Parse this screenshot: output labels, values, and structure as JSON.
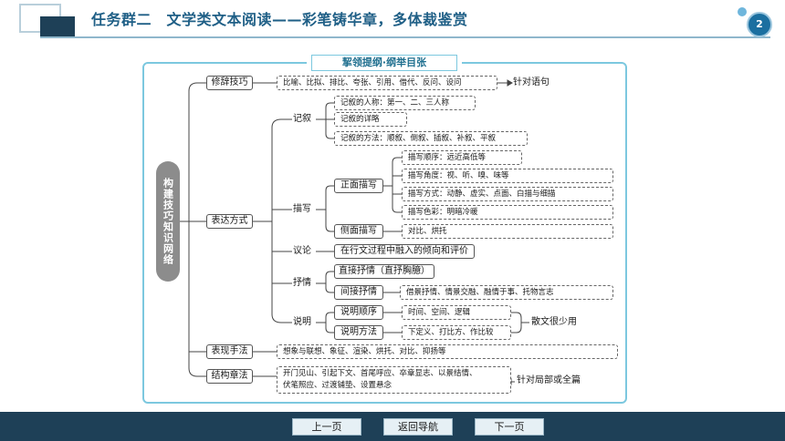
{
  "header": {
    "title": "任务群二　文学类文本阅读——彩笔铸华章，多体裁鉴赏",
    "page_number": "2"
  },
  "map": {
    "title": "挈领提纲·纲举目张",
    "root": "构建技巧知识网络",
    "rhetoric": {
      "label": "修辞技巧",
      "content": "比喻、比拟、排比、夸张、引用、借代、反问、设问",
      "note": "针对语句"
    },
    "expression": {
      "label": "表达方式",
      "narration": {
        "label": "记叙",
        "items": [
          "记叙的人称：第一、二、三人称",
          "记叙的详略",
          "记叙的方法：顺叙、倒叙、插叙、补叙、平叙"
        ]
      },
      "description": {
        "label": "描写",
        "front": {
          "label": "正面描写",
          "items": [
            "描写顺序：远近高低等",
            "描写角度：视、听、嗅、味等",
            "描写方式：动静、虚实、点面、白描与细描",
            "描写色彩：明暗冷暖"
          ]
        },
        "side": {
          "label": "侧面描写",
          "content": "对比、烘托"
        }
      },
      "discussion": {
        "label": "议论",
        "content": "在行文过程中融入的倾向和评价"
      },
      "lyric": {
        "label": "抒情",
        "direct": "直接抒情（直抒胸臆）",
        "indirect": {
          "label": "间接抒情",
          "content": "借景抒情、情景交融、融情于事、托物言志"
        }
      },
      "exposition": {
        "label": "说明",
        "order": {
          "label": "说明顺序",
          "content": "时间、空间、逻辑"
        },
        "method": {
          "label": "说明方法",
          "content": "下定义、打比方、作比较"
        },
        "note": "散文很少用"
      }
    },
    "technique": {
      "label": "表现手法",
      "content": "想象与联想、象征、渲染、烘托、对比、抑扬等"
    },
    "structure": {
      "label": "结构章法",
      "content_line1": "开门见山、引起下文、首尾呼应、卒章显志、以景结情、",
      "content_line2": "伏笔照应、过渡铺垫、设置悬念",
      "note": "针对局部或全篇"
    }
  },
  "nav": {
    "prev": "上一页",
    "home": "返回导航",
    "next": "下一页"
  }
}
